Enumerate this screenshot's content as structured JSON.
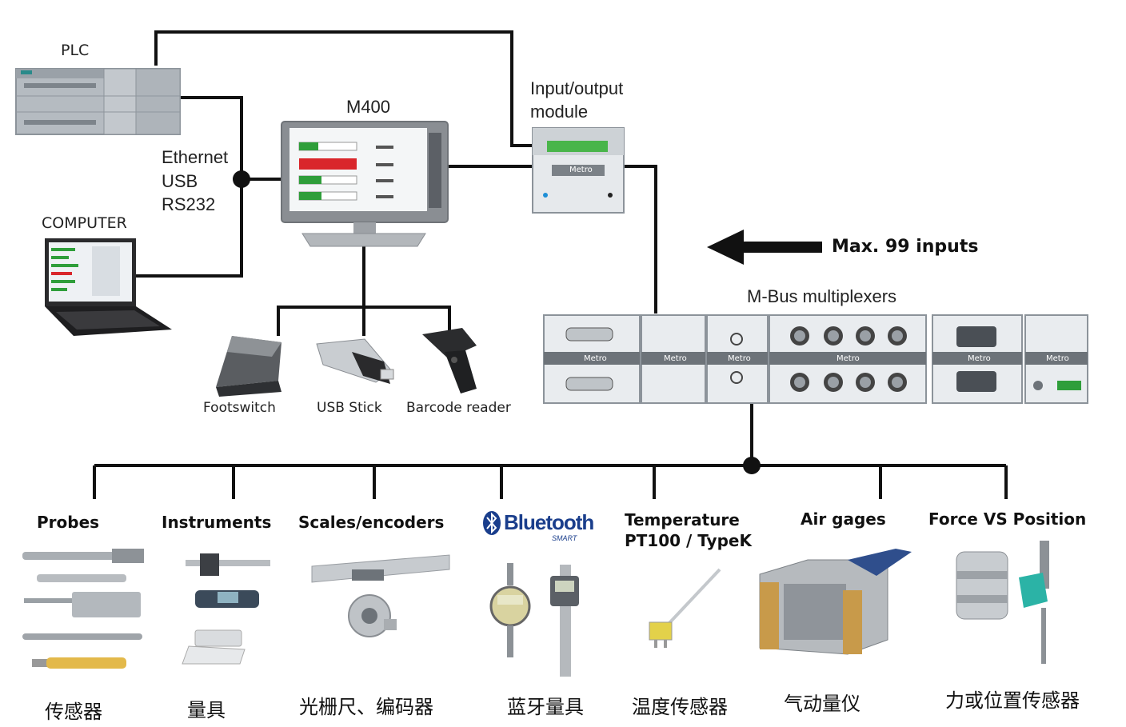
{
  "top": {
    "plc": "PLC",
    "computer": "COMPUTER",
    "m400": "M400",
    "io_module": [
      "Input/output",
      "module"
    ],
    "connections": [
      "Ethernet",
      "USB",
      "RS232"
    ],
    "max_inputs": "Max. 99 inputs",
    "mbus": "M-Bus multiplexers"
  },
  "peripherals": [
    {
      "label": "Footswitch"
    },
    {
      "label": "USB Stick"
    },
    {
      "label": "Barcode reader"
    }
  ],
  "module_brand": "Metro",
  "categories": [
    {
      "title": "Probes",
      "cn": "传感器"
    },
    {
      "title": "Instruments",
      "cn": "量具"
    },
    {
      "title": "Scales/encoders",
      "cn": "光栅尺、编码器"
    },
    {
      "title": "Bluetooth",
      "sub": "SMART",
      "cn": "蓝牙量具"
    },
    {
      "title": "Temperature",
      "title2": "PT100 / TypeK",
      "cn": "温度传感器"
    },
    {
      "title": "Air gages",
      "cn": "气动量仪"
    },
    {
      "title": "Force VS Position",
      "cn": "力或位置传感器"
    }
  ],
  "colors": {
    "line": "#111111",
    "device": "#b9bec4",
    "screen_green": "#2f9e3a",
    "screen_red": "#d9262b",
    "brass": "#c89a4a",
    "teal": "#2bb3a6"
  }
}
